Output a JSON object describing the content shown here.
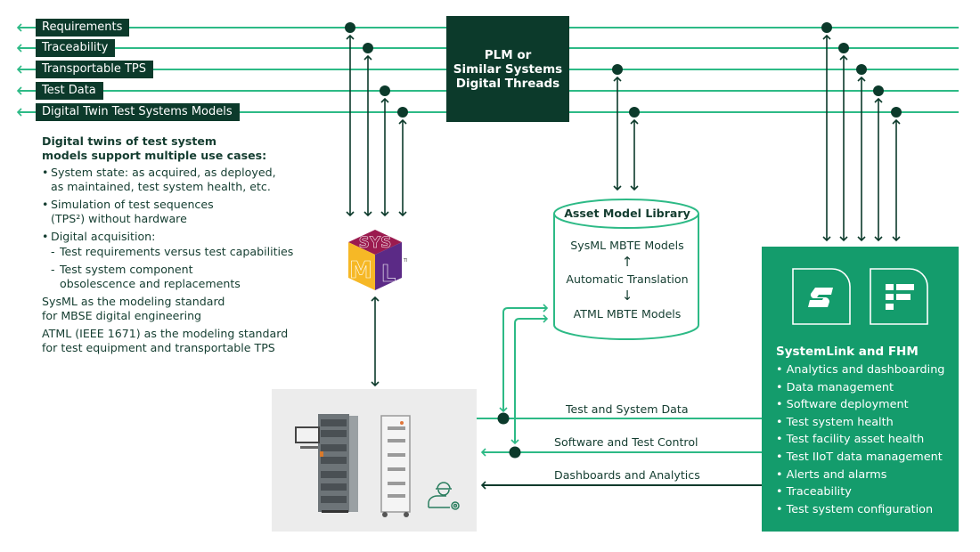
{
  "colors": {
    "dark_green": "#0c3a2b",
    "light_green_line": "#2dba86",
    "systemlink_bg": "#149c6c",
    "equipment_bg": "#ececec"
  },
  "thread_labels": [
    "Requirements",
    "Traceability",
    "Transportable TPS",
    "Test Data",
    "Digital Twin Test Systems Models"
  ],
  "plm_box": {
    "line1": "PLM or",
    "line2": "Similar Systems",
    "line3": "Digital Threads"
  },
  "description": {
    "heading_line1": "Digital twins of test system",
    "heading_line2": "models support multiple use cases:",
    "bullets": [
      {
        "text1": "System state: as acquired, as deployed,",
        "text2": "as maintained, test system health, etc."
      },
      {
        "text1": "Simulation of test sequences",
        "text2": "(TPS²) without hardware"
      },
      {
        "text1": "Digital acquisition:",
        "text2": ""
      }
    ],
    "sub_bullets": [
      {
        "text1": "Test requirements versus test capabilities",
        "text2": ""
      },
      {
        "text1": "Test system component",
        "text2": "obsolescence and replacements"
      }
    ],
    "paragraphs": [
      {
        "text1": "SysML as the modeling standard",
        "text2": "for MBSE digital engineering"
      },
      {
        "text1": "ATML (IEEE 1671) as the modeling standard",
        "text2": "for test equipment and transportable TPS"
      }
    ]
  },
  "sysml_logo": {
    "letters_top": "SYS",
    "letters_bottom": "ML",
    "trademark": "TM"
  },
  "asset_library": {
    "title": "Asset Model Library",
    "item1": "SysML MBTE Models",
    "arrow_up": "↑",
    "translation": "Automatic Translation",
    "arrow_down": "↓",
    "item2": "ATML MBTE Models"
  },
  "flows": [
    {
      "label": "Test and System Data"
    },
    {
      "label": "Software and Test Control"
    },
    {
      "label": "Dashboards and Analytics"
    }
  ],
  "systemlink": {
    "title": "SystemLink and FHM",
    "items": [
      "Analytics and dashboarding",
      "Data management",
      "Software deployment",
      "Test system health",
      "Test facility asset health",
      "Test IIoT data management",
      "Alerts and alarms",
      "Traceability",
      "Test system configuration"
    ]
  }
}
